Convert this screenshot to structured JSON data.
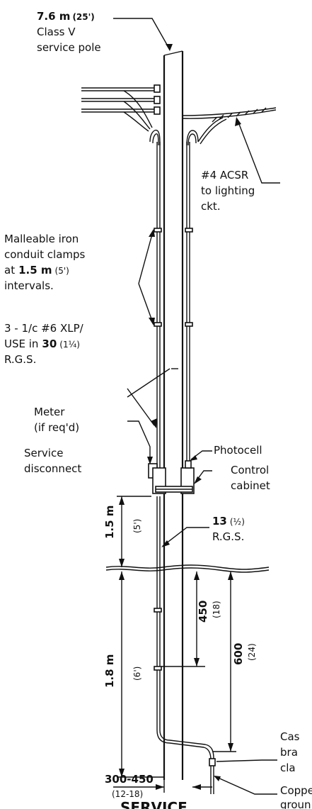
{
  "labels": {
    "pole_height": "7.6 m",
    "pole_height_imp": "(25')",
    "pole_class_1": "Class V",
    "pole_class_2": "service pole",
    "acsr_1": "#4 ACSR",
    "acsr_2": "to lighting",
    "acsr_3": "ckt.",
    "clamps_1": "Malleable iron",
    "clamps_2": "conduit clamps",
    "clamps_3a": "at",
    "clamps_3b": "1.5 m",
    "clamps_3c": "(5')",
    "clamps_4": "intervals.",
    "cable_1": "3 - 1/c #6 XLP/",
    "cable_2a": "USE in",
    "cable_2b": "30",
    "cable_2c": "(1¼)",
    "cable_3": "R.G.S.",
    "meter_1": "Meter",
    "meter_2": "(if req'd)",
    "photocell": "Photocell",
    "service_1": "Service",
    "service_2": "disconnect",
    "control_1": "Control",
    "control_2": "cabinet",
    "dim_upper": "1.5 m",
    "dim_upper_imp": "(5')",
    "rgs_1": "13",
    "rgs_1b": "(½)",
    "rgs_2": "R.G.S.",
    "dim_450": "450",
    "dim_450_imp": "(18)",
    "dim_600": "600",
    "dim_600_imp": "(24)",
    "dim_lower": "1.8 m",
    "dim_lower_imp": "(6')",
    "clamp_cut_1": "Cas",
    "clamp_cut_2": "bra",
    "clamp_cut_3": "cla",
    "ground_cut_1": "Coppe",
    "ground_cut_2": "groun",
    "dim_base": "300-450",
    "dim_base_imp": "(12-18)",
    "title_cut": "SERVICE"
  }
}
